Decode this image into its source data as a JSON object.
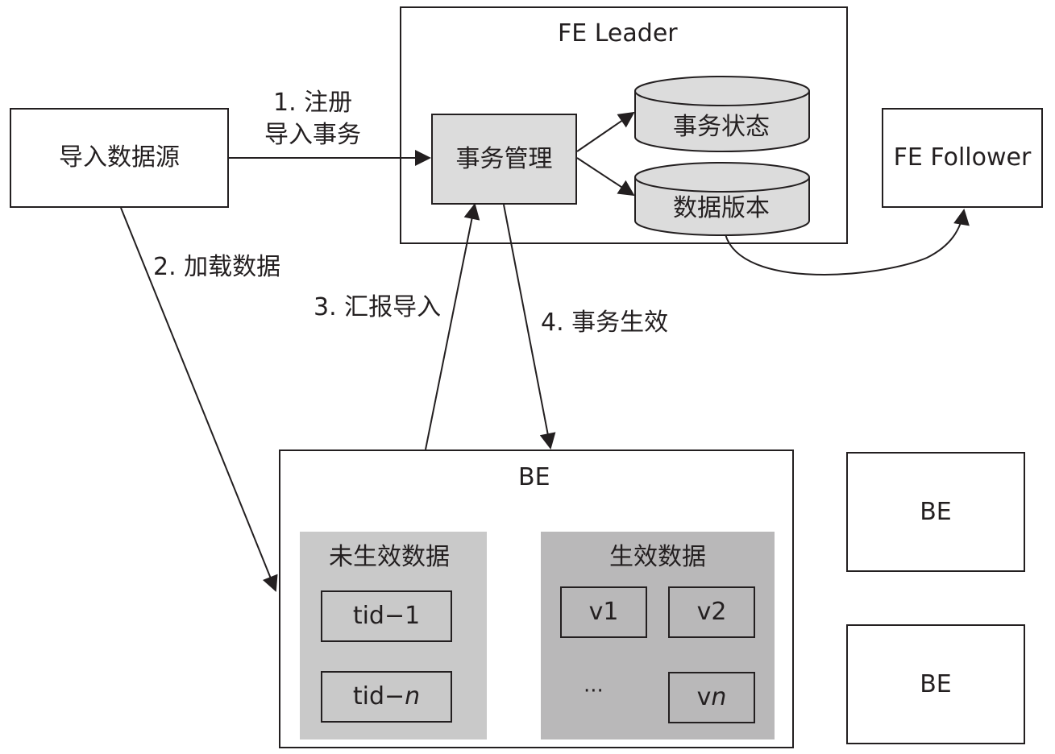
{
  "nodes": {
    "source": "导入数据源",
    "fe_leader": "FE Leader",
    "txn_mgmt": "事务管理",
    "txn_state": "事务状态",
    "data_version": "数据版本",
    "fe_follower": "FE Follower",
    "be_main": "BE",
    "be_2": "BE",
    "be_3": "BE",
    "uncommitted": "未生效数据",
    "committed": "生效数据",
    "tid1_prefix": "tid−1",
    "tidn_prefix": "tid−",
    "tidn_suffix": "n",
    "v1": "v1",
    "v2": "v2",
    "vn_prefix": "v",
    "vn_suffix": "n",
    "ellipsis": "···"
  },
  "edges": {
    "step1_line1": "1. 注册",
    "step1_line2": "导入事务",
    "step2": "2. 加载数据",
    "step3": "3. 汇报导入",
    "step4": "4. 事务生效"
  }
}
